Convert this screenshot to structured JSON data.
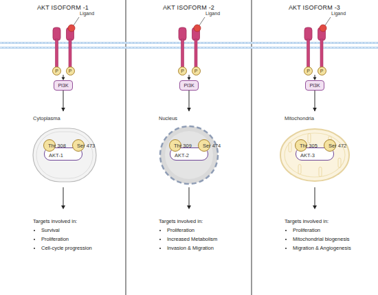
{
  "diagram": {
    "nodes": [
      {
        "text": [
          "P"
        ]
      },
      {
        "text": [
          "P"
        ]
      },
      {
        "text": [
          "PI3K"
        ]
      },
      {
        "text": [
          "Cytoplasma"
        ]
      },
      {
        "text": [
          "AKT-1"
        ],
        "in": 3
      },
      {
        "text": [
          "Thr 308"
        ],
        "in": 4
      },
      {
        "text": [
          "Ser 473"
        ],
        "in": 4
      },
      {
        "text": [
          "P"
        ]
      },
      {
        "text": [
          "P"
        ]
      },
      {
        "text": [
          "PI3K"
        ]
      },
      {
        "text": [
          "Nucleus"
        ]
      },
      {
        "text": [
          "AKT-2"
        ],
        "in": 10
      },
      {
        "text": [
          "Thr 309"
        ],
        "in": 11
      },
      {
        "text": [
          "Ser 474"
        ],
        "in": 11
      },
      {
        "text": [
          "P"
        ]
      },
      {
        "text": [
          "P"
        ]
      },
      {
        "text": [
          "PI3K"
        ]
      },
      {
        "text": [
          "Mitochondria"
        ]
      },
      {
        "text": [
          "AKT-3"
        ],
        "in": 17
      },
      {
        "text": [
          "Thr 305"
        ],
        "in": 18
      },
      {
        "text": [
          "Ser 472"
        ],
        "in": 18
      }
    ],
    "edges": [
      {
        "from": 2,
        "to": 3,
        "arrow": "to"
      },
      {
        "from": 9,
        "to": 10,
        "arrow": "to"
      },
      {
        "from": 16,
        "to": 17,
        "arrow": "to"
      }
    ],
    "labels": [
      "AKT ISOFORM -1",
      "Ligand",
      "Targets involved in:",
      "Survival",
      "Proliferation",
      "Cell-cycle progression",
      "AKT ISOFORM -2",
      "Ligand",
      "Targets involved in:",
      "Proliferation",
      "Increased Metabolism",
      "Invasion & Migration",
      "AKT ISOFORM -3",
      "Ligand",
      "Targets involved in:",
      "Proliferation",
      "Mitochondrial biogenesis",
      "Migration & Angiogenesis"
    ]
  }
}
